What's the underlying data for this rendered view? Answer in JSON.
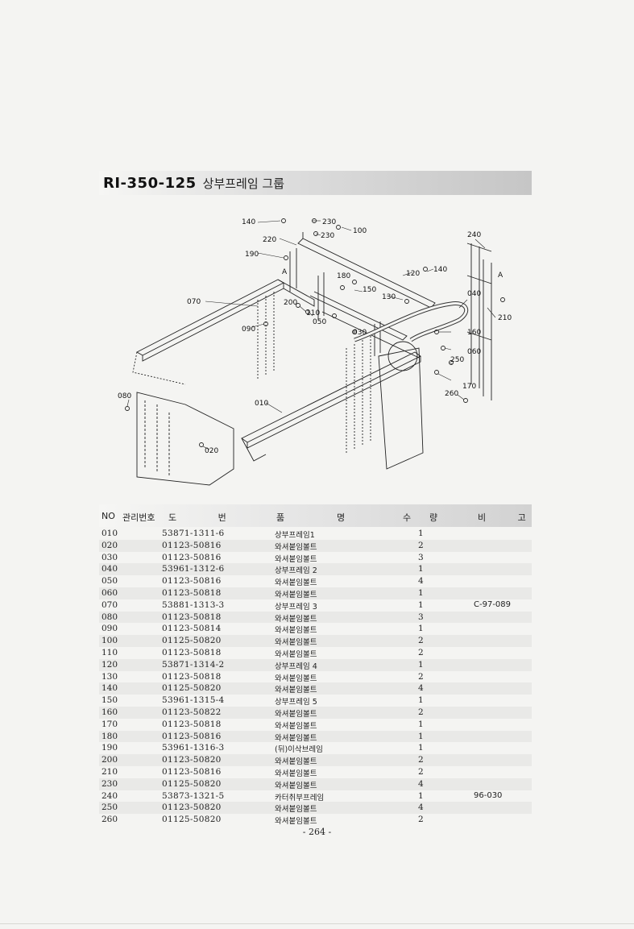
{
  "title": {
    "code": "RI-350-125",
    "name": "상부프레임 그룹"
  },
  "callouts": [
    "140",
    "230",
    "230",
    "100",
    "220",
    "190",
    "A",
    "240",
    "120",
    "140",
    "180",
    "150",
    "070",
    "200",
    "130",
    "040",
    "A",
    "110",
    "050",
    "210",
    "090",
    "030",
    "160",
    "060",
    "250",
    "170",
    "080",
    "010",
    "260",
    "020"
  ],
  "table": {
    "headers": {
      "no": "NO",
      "mgmt": "관리번호",
      "dwg": "도 번",
      "name_a": "품",
      "name_b": "명",
      "qty_a": "수",
      "qty_b": "량",
      "remark": "비 고"
    },
    "rows": [
      {
        "no": "010",
        "dwg": "53871-1311-6",
        "name": "상부프레임1",
        "qty": "1",
        "remark": ""
      },
      {
        "no": "020",
        "dwg": "01123-50816",
        "name": "와셔붙임볼트",
        "qty": "2",
        "remark": ""
      },
      {
        "no": "030",
        "dwg": "01123-50816",
        "name": "와셔붙임볼트",
        "qty": "3",
        "remark": ""
      },
      {
        "no": "040",
        "dwg": "53961-1312-6",
        "name": "상부프레임 2",
        "qty": "1",
        "remark": ""
      },
      {
        "no": "050",
        "dwg": "01123-50816",
        "name": "와셔붙임볼트",
        "qty": "4",
        "remark": ""
      },
      {
        "no": "060",
        "dwg": "01123-50818",
        "name": "와셔붙임볼트",
        "qty": "1",
        "remark": ""
      },
      {
        "no": "070",
        "dwg": "53881-1313-3",
        "name": "상부프레임 3",
        "qty": "1",
        "remark": "C-97-089"
      },
      {
        "no": "080",
        "dwg": "01123-50818",
        "name": "와셔붙임볼트",
        "qty": "3",
        "remark": ""
      },
      {
        "no": "090",
        "dwg": "01123-50814",
        "name": "와셔붙임볼트",
        "qty": "1",
        "remark": ""
      },
      {
        "no": "100",
        "dwg": "01125-50820",
        "name": "와셔붙임볼트",
        "qty": "2",
        "remark": ""
      },
      {
        "no": "110",
        "dwg": "01123-50818",
        "name": "와셔붙임볼트",
        "qty": "2",
        "remark": ""
      },
      {
        "no": "120",
        "dwg": "53871-1314-2",
        "name": "상부프레임 4",
        "qty": "1",
        "remark": ""
      },
      {
        "no": "130",
        "dwg": "01123-50818",
        "name": "와셔붙임볼트",
        "qty": "2",
        "remark": ""
      },
      {
        "no": "140",
        "dwg": "01125-50820",
        "name": "와셔붙임볼트",
        "qty": "4",
        "remark": ""
      },
      {
        "no": "150",
        "dwg": "53961-1315-4",
        "name": "상부프레임 5",
        "qty": "1",
        "remark": ""
      },
      {
        "no": "160",
        "dwg": "01123-50822",
        "name": "와셔붙임볼트",
        "qty": "2",
        "remark": ""
      },
      {
        "no": "170",
        "dwg": "01123-50818",
        "name": "와셔붙임볼트",
        "qty": "1",
        "remark": ""
      },
      {
        "no": "180",
        "dwg": "01123-50816",
        "name": "와셔붙임볼트",
        "qty": "1",
        "remark": ""
      },
      {
        "no": "190",
        "dwg": "53961-1316-3",
        "name": "(뒤)이삭브레임",
        "qty": "1",
        "remark": ""
      },
      {
        "no": "200",
        "dwg": "01123-50820",
        "name": "와셔붙임볼트",
        "qty": "2",
        "remark": ""
      },
      {
        "no": "210",
        "dwg": "01123-50816",
        "name": "와셔붙임볼트",
        "qty": "2",
        "remark": ""
      },
      {
        "no": "230",
        "dwg": "01125-50820",
        "name": "와셔붙임볼트",
        "qty": "4",
        "remark": ""
      },
      {
        "no": "240",
        "dwg": "53873-1321-5",
        "name": "카터취부프레임",
        "qty": "1",
        "remark": "96-030"
      },
      {
        "no": "250",
        "dwg": "01123-50820",
        "name": "와셔붙임볼트",
        "qty": "4",
        "remark": ""
      },
      {
        "no": "260",
        "dwg": "01125-50820",
        "name": "와셔붙임볼트",
        "qty": "2",
        "remark": ""
      }
    ]
  },
  "page_number": "- 264 -"
}
